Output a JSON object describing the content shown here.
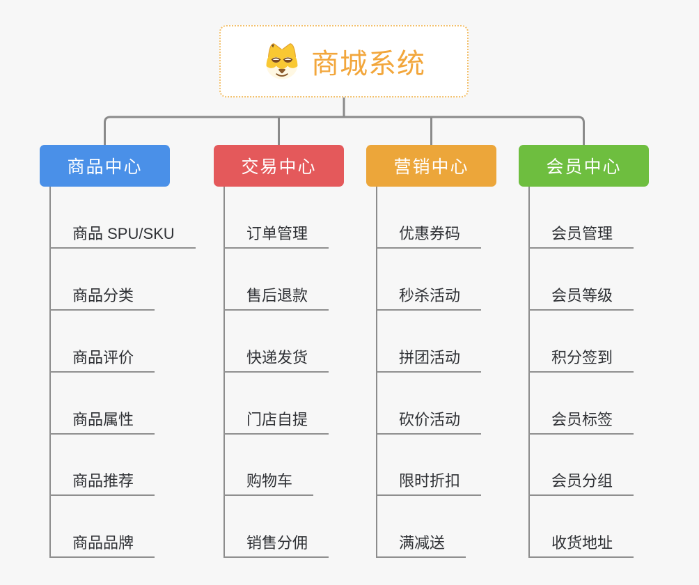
{
  "root": {
    "title": "商城系统",
    "icon": "dog-face-icon",
    "title_color": "#f2a63b",
    "border_color": "#f3c06b"
  },
  "connector_color": "#8a8a8a",
  "branches": [
    {
      "name": "product-center",
      "label": "商品中心",
      "color": "#4a90e8",
      "children": [
        "商品 SPU/SKU",
        "商品分类",
        "商品评价",
        "商品属性",
        "商品推荐",
        "商品品牌"
      ]
    },
    {
      "name": "trade-center",
      "label": "交易中心",
      "color": "#e4595b",
      "children": [
        "订单管理",
        "售后退款",
        "快递发货",
        "门店自提",
        "购物车",
        "销售分佣"
      ]
    },
    {
      "name": "marketing-center",
      "label": "营销中心",
      "color": "#eca63a",
      "children": [
        "优惠券码",
        "秒杀活动",
        "拼团活动",
        "砍价活动",
        "限时折扣",
        "满减送"
      ]
    },
    {
      "name": "member-center",
      "label": "会员中心",
      "color": "#6ebe3f",
      "children": [
        "会员管理",
        "会员等级",
        "积分签到",
        "会员标签",
        "会员分组",
        "收货地址"
      ]
    }
  ]
}
